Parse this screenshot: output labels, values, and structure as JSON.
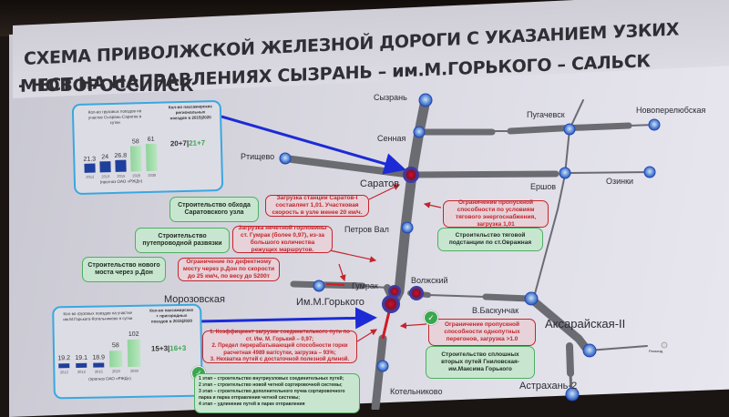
{
  "title": {
    "line1": "СХЕМА ПРИВОЛЖСКОЙ ЖЕЛЕЗНОЙ ДОРОГИ С УКАЗАНИЕМ УЗКИХ",
    "line2": "МЕСТ НА НАПРАВЛЕНИЯХ СЫЗРАНЬ – им.М.ГОРЬКОГО – САЛЬСК",
    "line3": "- НОВОРОССИЙСК"
  },
  "stations": {
    "syzran": "Сызрань",
    "sennaya": "Сенная",
    "rtishchevo": "Ртищево",
    "saratov": "Саратов",
    "pugachevsk": "Пугачевск",
    "novoperelyubskaya": "Новоперелюбская",
    "ershov": "Ершов",
    "ozinki": "Озинки",
    "petrov_val": "Петров Вал",
    "gumrak": "Гумрак",
    "volzhsky": "Волжский",
    "morozovskaya": "Морозовская",
    "im_gorkogo": "Им.М.Горького",
    "v_baskunchak": "В.Баскунчак",
    "aksaraiskaya": "Аксарайская-II",
    "razyezd": "Разъезд",
    "astrakhan": "Астрахань-2",
    "kotelnikovo": "Котельниково"
  },
  "green_boxes": {
    "saratov_bypass": "Строительство обхода Саратовского узла",
    "overpass": "Строительство путепроводной развязки",
    "don_bridge": "Строительство нового моста через р.Дон",
    "traction_substation": "Строительство тяговой подстанции по ст.Овражная",
    "second_tracks": "Строительство сплошных вторых путей Гниловская-им.Максима Горького"
  },
  "red_boxes": {
    "saratov_load": "Загрузка станции Саратов-I составляет 1,01. Участковая скорость в узле менее 20 км/ч.",
    "gumrak_load": "Загрузка нечетной горловины ст. Гумрак (более 0,97), из-за большого количества режущих маршрутов.",
    "don_bridge_limit": "Ограничение по дефектному мосту через р.Дон по скорости до 25 км/ч, по весу до 5200т",
    "power_limit": "Ограничение пропускной способности по условиям тягового энергоснабжения, загрузка 1,01",
    "single_track_limit": "Ограничение пропускной способности однопутных перегонов, загрузка >1.0",
    "gorky_issues": [
      "1. Коэффициент загрузки соединительного пути по ст. Им. М. Горький – 0,97;",
      "2. Предел перерабатывающей способности горки расчетная 4989 ваг/сутки, загрузка – 93%;",
      "3. Нехватка путей с достаточной полезной длиной."
    ]
  },
  "stages_box": {
    "items": [
      "1 этап – строительство внутриузловых соединительных путей;",
      "2 этап – строительство новой четной сортировочной системы;",
      "3 этап – строительство дополнительного пучка сортировочного парка и парка отправления четной системы;",
      "4 этап – удлинение путей в парке отправления"
    ]
  },
  "chart_data": [
    {
      "type": "bar",
      "title": "Кол-во грузовых поездов на участке Сызрань-Саратов в сутки",
      "categories": [
        "2012",
        "2013",
        "2015",
        "2020",
        "2030"
      ],
      "values": [
        21.3,
        24,
        26.8,
        58,
        61
      ],
      "xlabel": "(прогноз ОАО «РЖД»)",
      "ylabel": "",
      "colors": [
        "#1f3f9c",
        "#1f3f9c",
        "#1f3f9c",
        "#9bd8a4",
        "#9bd8a4"
      ],
      "side_note": {
        "title": "Кол-во пассажирских региональных поездов в 2015|2020",
        "value_a": "20+7",
        "value_b": "21+7"
      }
    },
    {
      "type": "bar",
      "title": "Кол-во грузовых поездов на участке им.М.Горького-Котельниково в сутки",
      "categories": [
        "2012",
        "2013",
        "2015",
        "2020",
        "2030"
      ],
      "values": [
        19.2,
        19.1,
        18.9,
        58,
        102
      ],
      "xlabel": "(прогноз ОАО «РЖД»)",
      "ylabel": "",
      "colors": [
        "#1f3f9c",
        "#1f3f9c",
        "#1f3f9c",
        "#9bd8a4",
        "#9bd8a4"
      ],
      "side_note": {
        "title": "Кол-во пассажирских + пригородных поездов в 2015|2020",
        "value_a": "15+3",
        "value_b": "16+3"
      }
    }
  ]
}
